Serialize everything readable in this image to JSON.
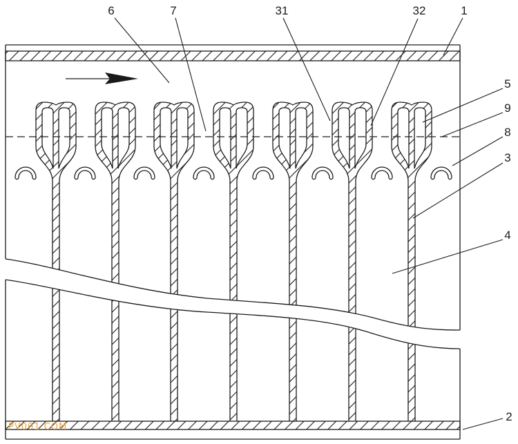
{
  "callouts": {
    "c6": "6",
    "c7": "7",
    "c31": "31",
    "c32": "32",
    "c1": "1",
    "c5": "5",
    "c9": "9",
    "c8": "8",
    "c3": "3",
    "c4": "4",
    "c2": "2"
  },
  "watermark": "PV001.COM",
  "colors": {
    "line": "#1a1a1a",
    "background": "#ffffff",
    "watermark": "#f2a33a"
  }
}
